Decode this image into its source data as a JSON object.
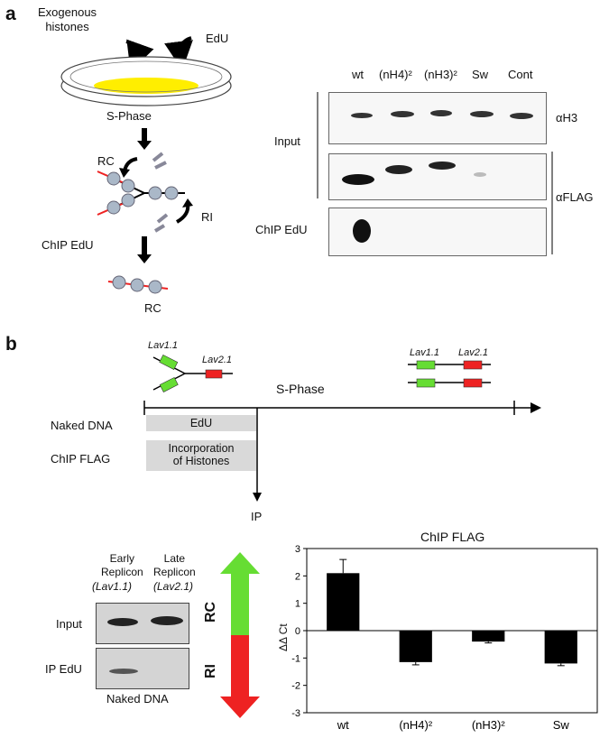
{
  "panel_a": {
    "label": "a",
    "exogenous_histones": "Exogenous\nhistones",
    "edu": "EdU",
    "s_phase": "S-Phase",
    "rc": "RC",
    "ri": "RI",
    "chip_edu": "ChIP EdU",
    "rc_bottom": "RC",
    "blot": {
      "lanes": [
        "wt",
        "(nH4)²",
        "(nH3)²",
        "Sw",
        "Cont"
      ],
      "input_label": "Input",
      "chip_label": "ChIP EdU",
      "ah3_label": "αH3",
      "aflag_label": "αFLAG"
    }
  },
  "panel_b": {
    "label": "b",
    "lav11": "Lav1.1",
    "lav21": "Lav2.1",
    "lav11_right": "Lav1.1",
    "lav21_right": "Lav2.1",
    "s_phase": "S-Phase",
    "naked_dna": "Naked DNA",
    "chip_flag": "ChIP FLAG",
    "box_edu": "EdU",
    "box_incorp": "Incorporation\nof Histones",
    "ip": "IP",
    "gel": {
      "early_replicon": "Early\nReplicon",
      "early_locus": "(Lav1.1)",
      "late_replicon": "Late\nReplicon",
      "late_locus": "(Lav2.1)",
      "input": "Input",
      "ip_edu": "IP EdU",
      "caption": "Naked DNA"
    },
    "arrow_rc": "RC",
    "arrow_ri": "RI",
    "colors": {
      "green": "#66dd33",
      "red": "#ee2222",
      "yellow": "#ffee00"
    }
  },
  "chart_data": {
    "type": "bar",
    "title": "ChIP FLAG",
    "ylabel": "ΔΔ Ct",
    "categories": [
      "wt",
      "(nH4)²",
      "(nH3)²",
      "Sw"
    ],
    "values": [
      2.1,
      -1.15,
      -0.4,
      -1.2
    ],
    "errors": [
      0.5,
      0.1,
      0.05,
      0.08
    ],
    "ylim": [
      -3,
      3
    ],
    "yticks": [
      -3,
      -2,
      -1,
      0,
      1,
      2,
      3
    ],
    "bar_color": "#000000"
  }
}
